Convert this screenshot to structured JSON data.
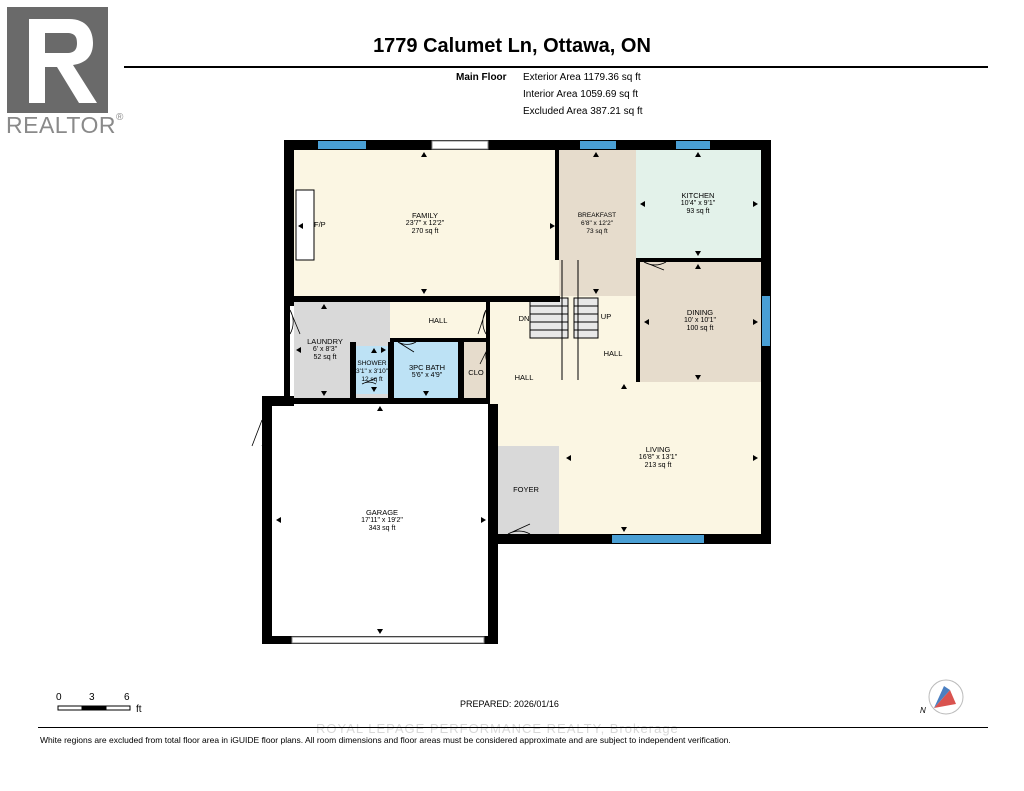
{
  "logo": {
    "text": "REALTOR",
    "mark": "®"
  },
  "header": {
    "title": "1779 Calumet Ln, Ottawa, ON"
  },
  "areas": {
    "label": "Main Floor",
    "exterior": "Exterior Area 1179.36 sq ft",
    "interior": "Interior Area 1059.69 sq ft",
    "excluded": "Excluded Area 387.21 sq ft"
  },
  "rooms": {
    "family": {
      "name": "FAMILY",
      "dims": "23'7\" x 12'2\"",
      "area": "270 sq ft"
    },
    "fp": {
      "name": "F/P"
    },
    "breakfast": {
      "name": "BREAKFAST",
      "dims": "6'8\" x 12'2\"",
      "area": "73 sq ft"
    },
    "kitchen": {
      "name": "KITCHEN",
      "dims": "10'4\" x 9'1\"",
      "area": "93 sq ft"
    },
    "dining": {
      "name": "DINING",
      "dims": "10' x 10'1\"",
      "area": "100 sq ft"
    },
    "laundry": {
      "name": "LAUNDRY",
      "dims": "6' x 8'3\"",
      "area": "52 sq ft"
    },
    "hall_top": {
      "name": "HALL"
    },
    "shower": {
      "name": "SHOWER",
      "dims": "3'1\" x 3'10\"",
      "area": "12 sq ft"
    },
    "bath": {
      "name": "3PC BATH",
      "dims": "5'6\" x 4'9\""
    },
    "clo": {
      "name": "CLO"
    },
    "hall_mid": {
      "name": "HALL"
    },
    "hall_right": {
      "name": "HALL"
    },
    "dn": {
      "name": "DN"
    },
    "up": {
      "name": "UP"
    },
    "living": {
      "name": "LIVING",
      "dims": "16'8\" x 13'1\"",
      "area": "213 sq ft"
    },
    "foyer": {
      "name": "FOYER"
    },
    "garage": {
      "name": "GARAGE",
      "dims": "17'11\" x 19'2\"",
      "area": "343 sq ft"
    }
  },
  "scale": {
    "ticks": [
      "0",
      "3",
      "6"
    ],
    "unit": "ft"
  },
  "prepared": "PREPARED: 2026/01/16",
  "watermark": "ROYAL LEPAGE PERFORMANCE REALTY, Brokerage",
  "footer": "White regions are excluded from total floor area in iGUIDE floor plans. All room dimensions and floor areas must be considered approximate and are subject to independent verification.",
  "colors": {
    "family": "#fbf6e3",
    "breakfast": "#e6dccc",
    "kitchen": "#e3f2ea",
    "dining": "#e6dccc",
    "laundry": "#d9d9d9",
    "bath": "#bde2f5",
    "living": "#fbf6e3",
    "foyer": "#d9d9d9",
    "garage": "#ffffff",
    "window": "#4a9fd4",
    "wall": "#000000"
  },
  "compass": {
    "icon": "compass-icon",
    "label": "N"
  }
}
